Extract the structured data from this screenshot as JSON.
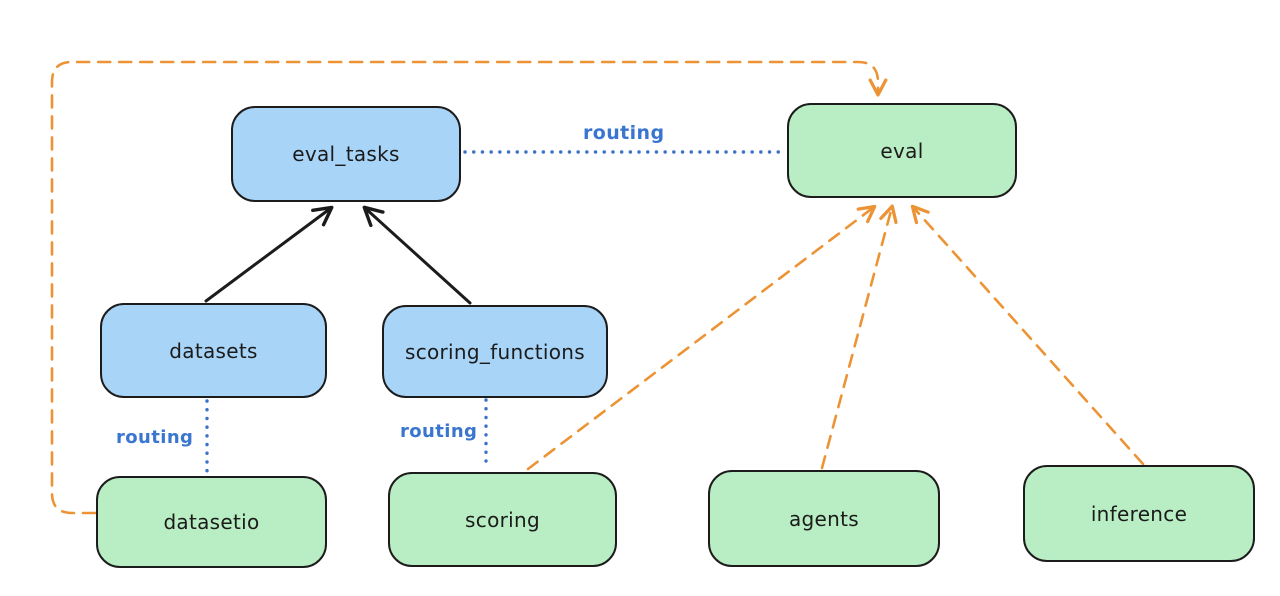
{
  "diagram": {
    "nodes": {
      "eval_tasks": {
        "label": "eval_tasks",
        "fill": "blue"
      },
      "datasets": {
        "label": "datasets",
        "fill": "blue"
      },
      "scoring_functions": {
        "label": "scoring_functions",
        "fill": "blue"
      },
      "eval": {
        "label": "eval",
        "fill": "green"
      },
      "datasetio": {
        "label": "datasetio",
        "fill": "green"
      },
      "scoring": {
        "label": "scoring",
        "fill": "green"
      },
      "agents": {
        "label": "agents",
        "fill": "green"
      },
      "inference": {
        "label": "inference",
        "fill": "green"
      }
    },
    "edge_labels": {
      "eval_tasks_to_eval": "routing",
      "datasets_to_datasetio": "routing",
      "scoring_functions_to_scoring": "routing"
    },
    "colors": {
      "blue_node_fill": "#a8d4f8",
      "green_node_fill": "#b9edc3",
      "node_stroke": "#1c1c1c",
      "solid_arrow": "#1c1c1c",
      "routing_line": "#3c72c8",
      "routing_text": "#3a76cf",
      "dashed_dependency": "#ec9435",
      "background": "#ffffff"
    }
  }
}
